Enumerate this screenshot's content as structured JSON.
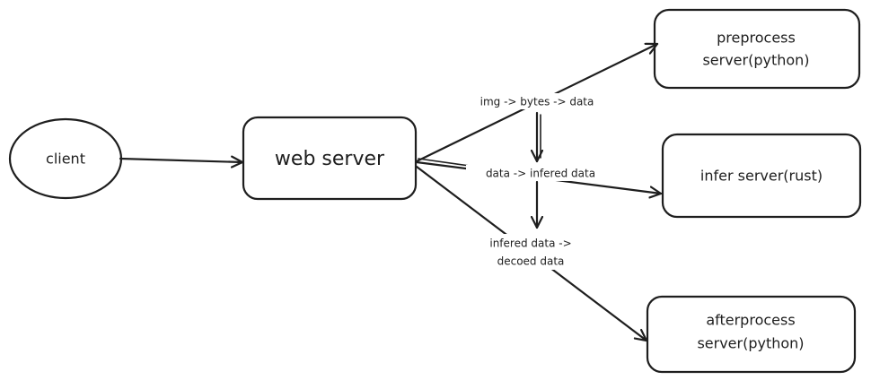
{
  "nodes": {
    "client": {
      "label": "client"
    },
    "web_server": {
      "label": "web server"
    },
    "preprocess": {
      "label_line1": "preprocess",
      "label_line2": "server(python)"
    },
    "infer": {
      "label": "infer server(rust)"
    },
    "afterprocess": {
      "label_line1": "afterprocess",
      "label_line2": "server(python)"
    }
  },
  "edges": {
    "img_to_data": {
      "label": "img -> bytes -> data"
    },
    "data_to_infered": {
      "label": "data -> infered data"
    },
    "infered_to_decoded": {
      "label_line1": "infered data ->",
      "label_line2": "decoed data"
    }
  },
  "colors": {
    "stroke": "#1e1e1e",
    "background": "#ffffff"
  }
}
